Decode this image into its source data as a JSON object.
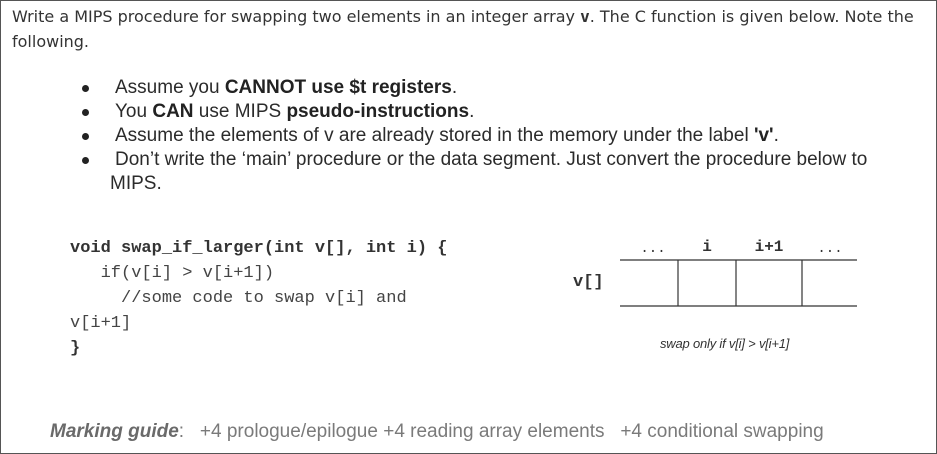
{
  "intro": {
    "part1": "Write a MIPS procedure for swapping two elements in an integer array ",
    "array_name": "v",
    "part2": ". The C function is given below. Note the following."
  },
  "bullets": [
    {
      "pre": "Assume you ",
      "bold": "CANNOT use $t registers",
      "post": "."
    },
    {
      "pre": "You ",
      "bold": "CAN",
      "mid": " use MIPS ",
      "bold2": "pseudo-instructions",
      "post": "."
    },
    {
      "pre": "Assume the elements of v are already stored in the memory under the label ",
      "bold": "'v'",
      "post": "."
    },
    {
      "line1": "Don’t write the ‘main’ procedure or the data segment. Just convert the procedure below to",
      "line2": "MIPS."
    }
  ],
  "code": {
    "line1": "void swap_if_larger(int v[], int i) {",
    "line2": "   if(v[i] > v[i+1])",
    "line3": "     //some code to swap v[i] and",
    "line4": "v[i+1]",
    "line5": "}"
  },
  "diagram": {
    "array_label": "v[]",
    "headers": [
      "...",
      "i",
      "i+1",
      "..."
    ],
    "caption": "swap only if v[i] > v[i+1]"
  },
  "marking": {
    "lead": "Marking guide",
    "colon": ":",
    "items": [
      "+4 prologue/epilogue",
      "+4 reading array elements",
      "+4 conditional swapping"
    ]
  },
  "colors": {
    "text": "#333333",
    "muted": "#7a7a7a",
    "border": "#555555"
  }
}
